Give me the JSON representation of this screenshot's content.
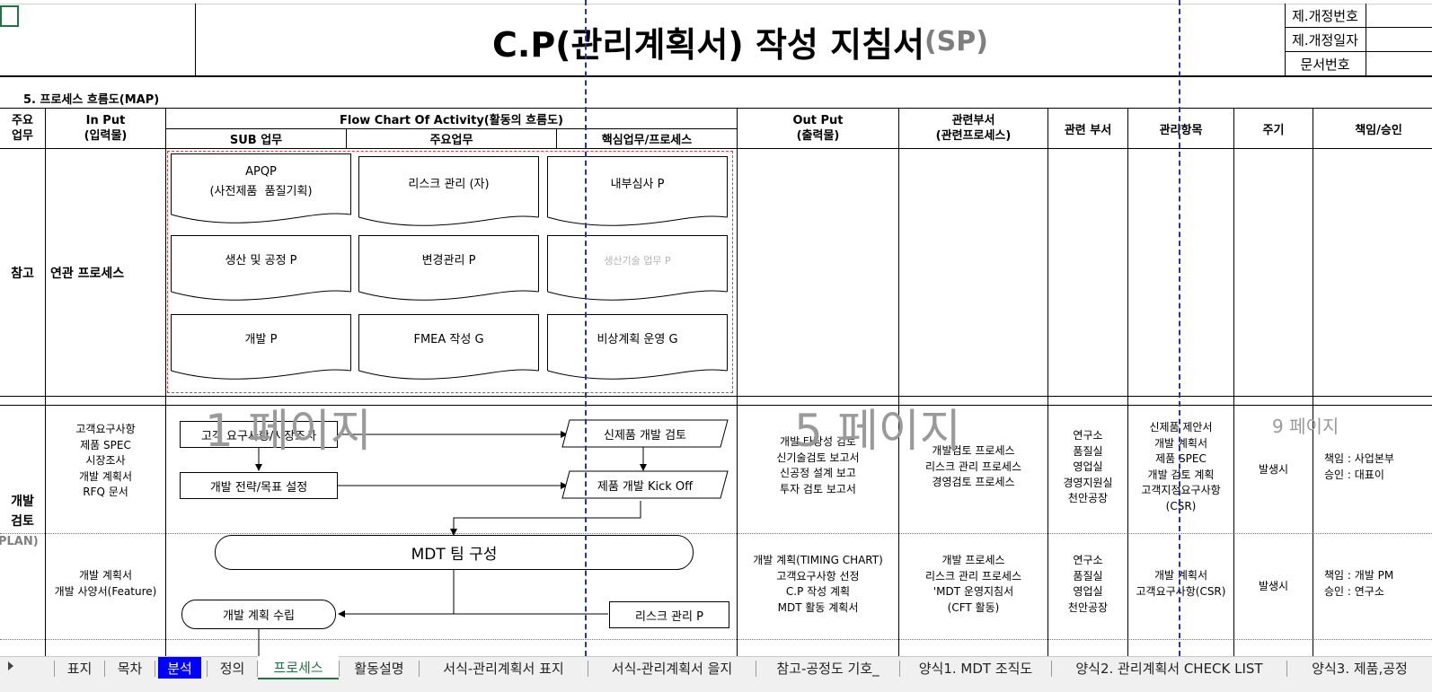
{
  "header": {
    "title_main": "C.P(관리계획서) 작성 지침서",
    "title_suffix": "(SP)",
    "meta_labels": [
      "제.개정번호",
      "제.개정일자",
      "문서번호"
    ]
  },
  "section_title": "5. 프로세스 흐름도(MAP)",
  "columns": {
    "main_task": "주요\n업무",
    "input": "In Put\n(입력물)",
    "flow_chart": "Flow Chart Of Activity(활동의 흐름도)",
    "sub_task": "SUB 업무",
    "key_task": "주요업무",
    "core_process": "핵심업무/프로세스",
    "output": "Out Put\n(출력물)",
    "related_dept_process": "관련부서\n(관련프로세스)",
    "related_dept": "관련 부서",
    "mgmt_item": "관리항목",
    "cycle": "주기",
    "responsibility": "책임/승인"
  },
  "reference_row": {
    "label": "참고",
    "input": "연관 프로세스",
    "docs": [
      "APQP\n(사전제품  품질기획)",
      "리스크 관리 (자)",
      "내부심사 P",
      "생산 및 공정 P",
      "변경관리 P",
      "생산기술 업무 P",
      "개발 P",
      "FMEA 작성 G",
      "비상계획 운영 G"
    ]
  },
  "dev_row": {
    "label": "개발\n검토",
    "plan_label": "(PLAN)",
    "inputs_1": "고객요구사항\n제품 SPEC\n시장조사\n개발 계획서\nRFQ 문서",
    "inputs_2": "개발 계획서\n개발 사양서(Feature)",
    "flow": {
      "customer_req": "고객 요구사항/시장조사",
      "dev_strategy": "개발 전략/목표 설정",
      "new_product_review": "신제품 개발 검토",
      "kickoff": "제품 개발 Kick Off",
      "mdt": "MDT 팀 구성",
      "dev_plan": "개발 계획 수립",
      "risk_mgmt": "리스크 관리 P"
    },
    "outputs_1": "개발 타당성 검토\n신기술검토 보고서\n신공정 설계 보고\n투자 검토 보고서",
    "outputs_2": "개발 계획(TIMING CHART)\n고객요구사항 선정\nC.P 작성 계획\nMDT 활동 계획서",
    "rel_process_1": "개발검토 프로세스\n리스크 관리 프로세스\n경영검토 프로세스",
    "rel_process_2": "개발 프로세스\n리스크 관리 프로세스\n'MDT 운영지침서\n(CFT 활동)",
    "dept_1": "연구소\n품질실\n영업실\n경영지원실\n천안공장",
    "dept_2": "연구소\n품질실\n영업실\n천안공장",
    "mgmt_1": "신제품 제안서\n개발 계획서\n제품 SPEC\n개발 검토 계획\n고객지정요구사항\n(CSR)",
    "mgmt_2": "개발 계획서\n고객요구사항(CSR)",
    "cycle_1": "발생시",
    "cycle_2": "발생시",
    "resp_1": "책임 : 사업본부\n승인 : 대표이",
    "resp_2": "책임 : 개발 PM\n승인 : 연구소"
  },
  "watermarks": [
    "1 페이지",
    "5 페이지",
    "9 페이지"
  ],
  "sheet_tabs": [
    "표지",
    "목차",
    "분석",
    "정의",
    "프로세스",
    "활동설명",
    "서식-관리계획서 표지",
    "서식-관리계획서 을지",
    "참고-공정도 기호_",
    "양식1. MDT 조직도",
    "양식2. 관리계획서 CHECK LIST",
    "양식3. 제품,공정"
  ],
  "active_tab": "프로세스",
  "selected_tab": "분석",
  "colors": {
    "page_break": "#2233bb",
    "reference_border": "#e23b3b",
    "title_suffix": "#7f7f7f",
    "watermark": "#9a9a9a",
    "active_tab_text": "#217346",
    "selected_tab_bg": "#0000ff"
  }
}
